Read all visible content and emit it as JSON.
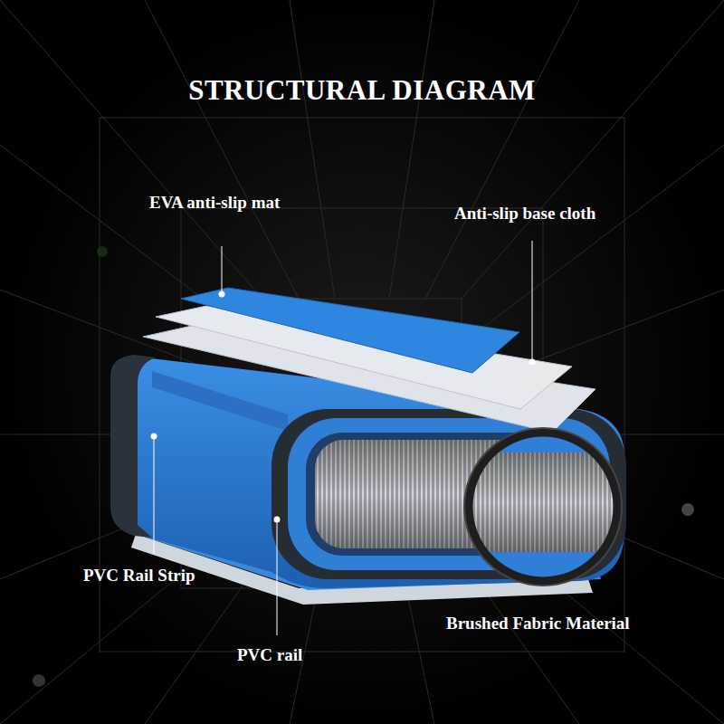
{
  "diagram": {
    "title": "STRUCTURAL DIAGRAM",
    "labels": [
      "EVA anti-slip mat",
      "Anti-slip base cloth",
      "PVC Rail Strip",
      "PVC rail",
      "Brushed Fabric Material"
    ]
  }
}
